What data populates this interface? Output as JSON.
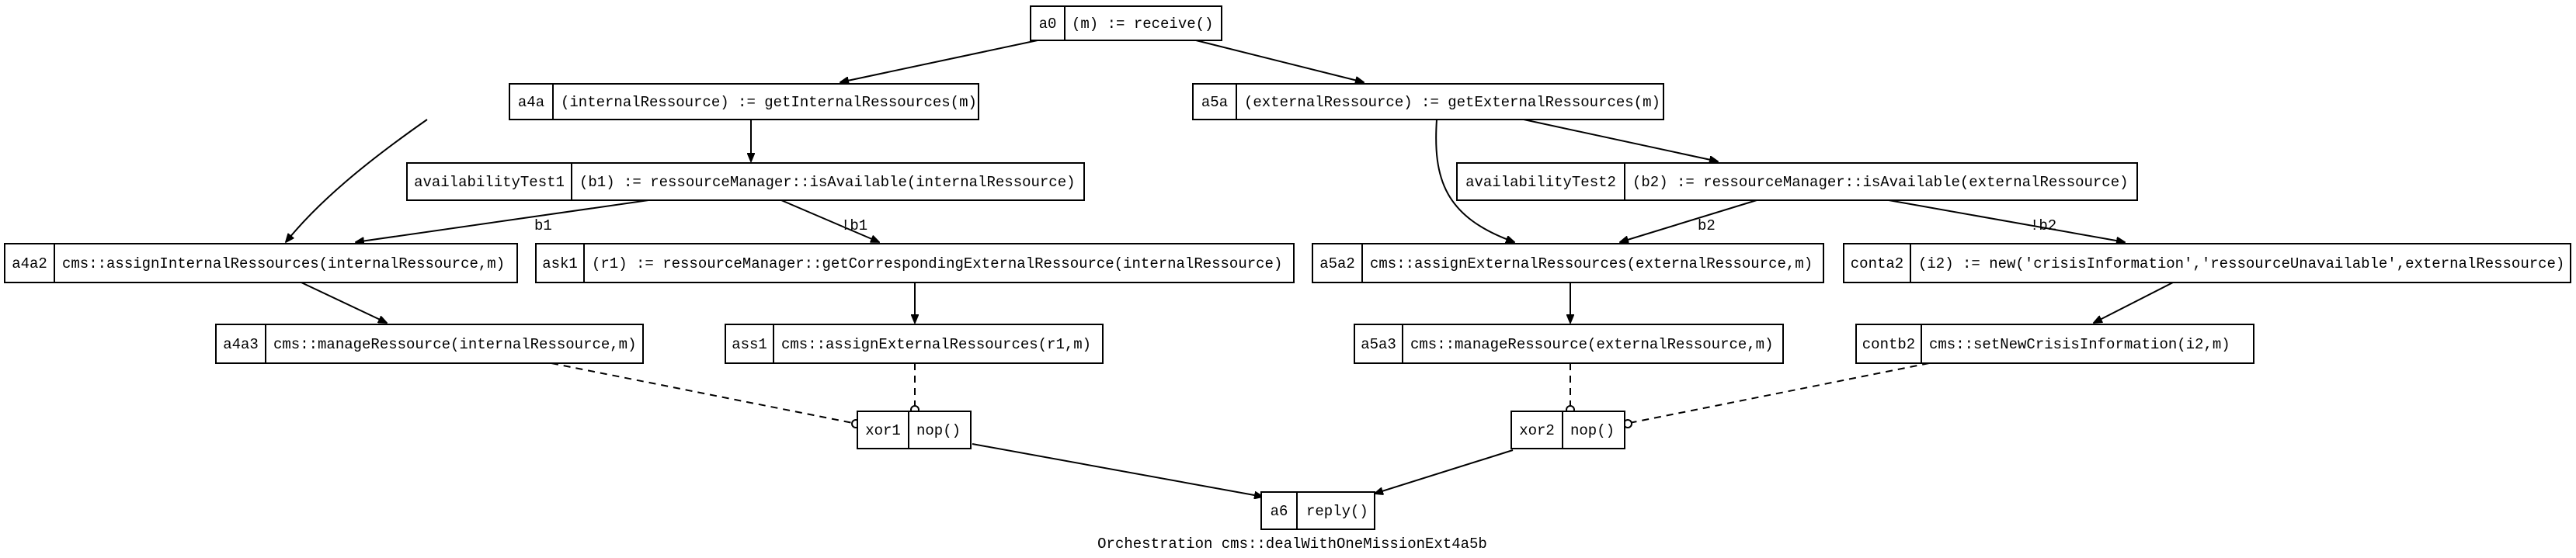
{
  "caption": "Orchestration cms::dealWithOneMissionExt4a5b",
  "nodes": {
    "a0": {
      "id": "a0",
      "label": "(m) := receive()"
    },
    "a4a": {
      "id": "a4a",
      "label": "(internalRessource) := getInternalRessources(m)"
    },
    "a5a": {
      "id": "a5a",
      "label": "(externalRessource) := getExternalRessources(m)"
    },
    "availabilityTest1": {
      "id": "availabilityTest1",
      "label": "(b1) := ressourceManager::isAvailable(internalRessource)"
    },
    "availabilityTest2": {
      "id": "availabilityTest2",
      "label": "(b2) := ressourceManager::isAvailable(externalRessource)"
    },
    "a4a2": {
      "id": "a4a2",
      "label": "cms::assignInternalRessources(internalRessource,m)"
    },
    "ask1": {
      "id": "ask1",
      "label": "(r1) := ressourceManager::getCorrespondingExternalRessource(internalRessource)"
    },
    "a5a2": {
      "id": "a5a2",
      "label": "cms::assignExternalRessources(externalRessource,m)"
    },
    "conta2": {
      "id": "conta2",
      "label": "(i2) := new('crisisInformation','ressourceUnavailable',externalRessource)"
    },
    "a4a3": {
      "id": "a4a3",
      "label": "cms::manageRessource(internalRessource,m)"
    },
    "ass1": {
      "id": "ass1",
      "label": "cms::assignExternalRessources(r1,m)"
    },
    "a5a3": {
      "id": "a5a3",
      "label": "cms::manageRessource(externalRessource,m)"
    },
    "contb2": {
      "id": "contb2",
      "label": "cms::setNewCrisisInformation(i2,m)"
    },
    "xor1": {
      "id": "xor1",
      "label": "nop()"
    },
    "xor2": {
      "id": "xor2",
      "label": "nop()"
    },
    "a6": {
      "id": "a6",
      "label": "reply()"
    }
  },
  "edge_labels": {
    "b1": "b1",
    "not_b1": "!b1",
    "b2": "b2",
    "not_b2": "!b2"
  }
}
